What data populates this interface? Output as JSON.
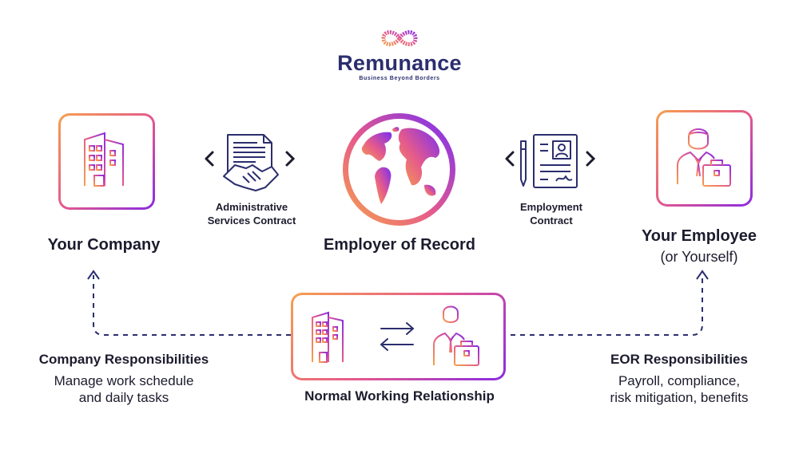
{
  "brand": {
    "name": "Remunance",
    "tagline": "Business Beyond Borders",
    "logo_icon": "infinity-icon",
    "colors": {
      "navy": "#2b2e6e",
      "orange": "#f6a04d",
      "pink": "#e55a8c",
      "purple": "#8a2be2"
    }
  },
  "nodes": {
    "company": {
      "label": "Your Company",
      "icon": "building-icon"
    },
    "eor": {
      "label": "Employer of Record",
      "icon": "globe-icon"
    },
    "employee": {
      "label": "Your Employee",
      "sublabel": "(or Yourself)",
      "icon": "employee-briefcase-icon"
    }
  },
  "contracts": {
    "admin": {
      "line1": "Administrative",
      "line2": "Services Contract",
      "icon": "handshake-document-icon"
    },
    "employment": {
      "line1": "Employment",
      "line2": "Contract",
      "icon": "id-document-pen-icon"
    }
  },
  "relationship": {
    "label": "Normal Working Relationship",
    "icon": "exchange-arrows-icon"
  },
  "responsibilities": {
    "company": {
      "title": "Company Responsibilities",
      "line1": "Manage work schedule",
      "line2": "and daily tasks"
    },
    "eor": {
      "title": "EOR Responsibilities",
      "line1": "Payroll, compliance,",
      "line2": "risk mitigation, benefits"
    }
  }
}
